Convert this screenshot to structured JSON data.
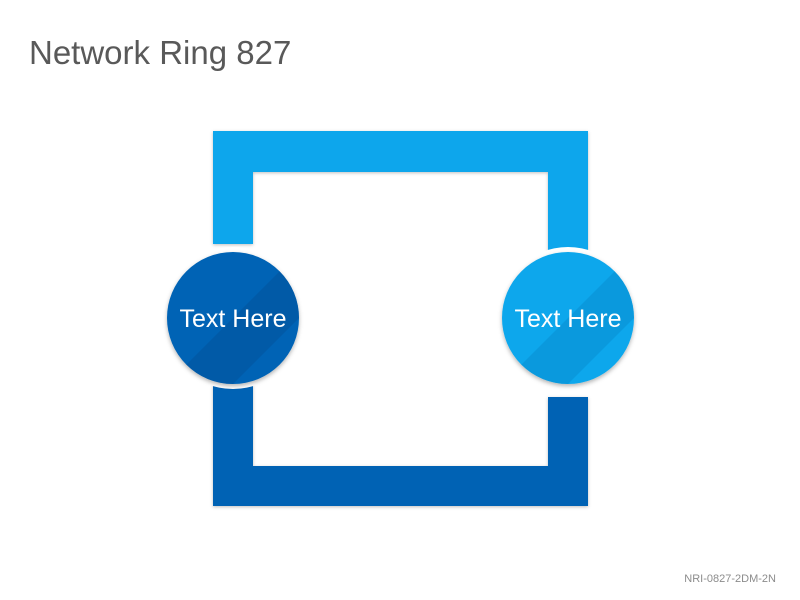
{
  "title": "Network Ring 827",
  "nodes": [
    {
      "id": "left",
      "label": "Text Here"
    },
    {
      "id": "right",
      "label": "Text Here"
    }
  ],
  "colors": {
    "top_ring": "#0AA6EC",
    "bottom_ring": "#0362B4",
    "left_node": "#0463B5",
    "right_node": "#0CA7EC",
    "title": "#595959",
    "code": "#8C8C8C"
  },
  "footer_code": "NRI-0827-2DM-2N"
}
